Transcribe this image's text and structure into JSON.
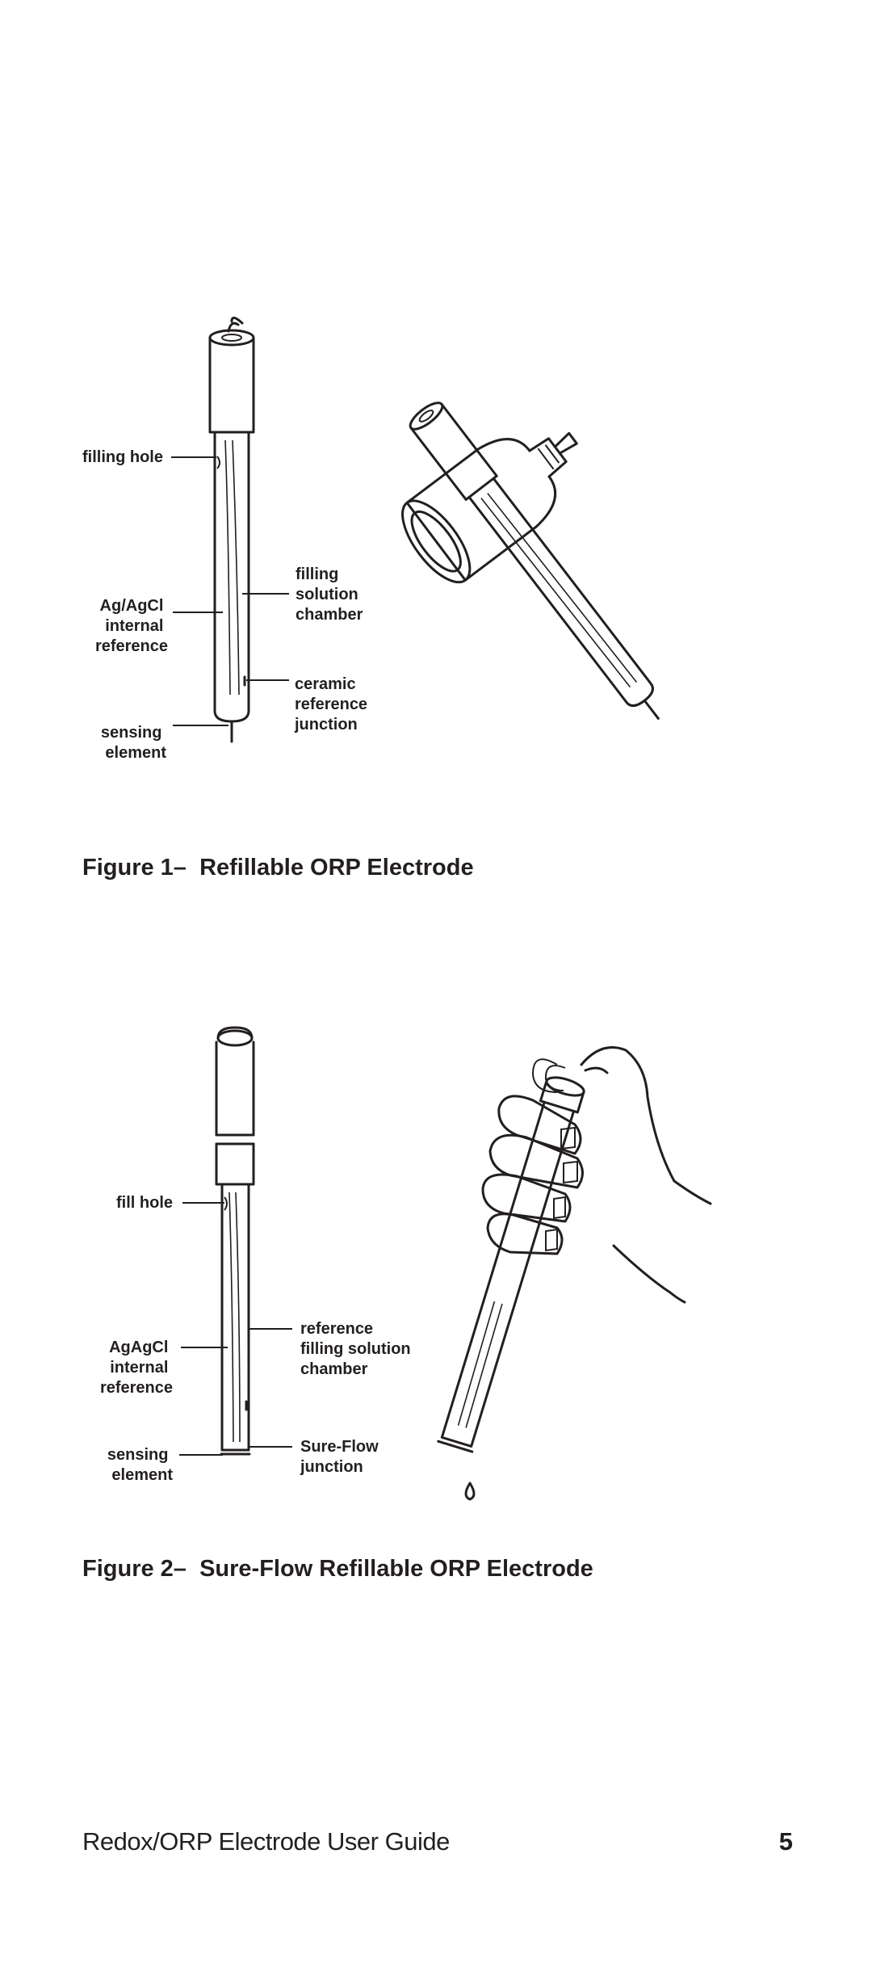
{
  "figure1": {
    "caption_number": "Figure 1–",
    "caption_title": "Refillable ORP Electrode",
    "labels": {
      "filling_hole": [
        "filling hole"
      ],
      "ag_agcl": [
        "Ag/AgCl",
        "internal",
        "reference"
      ],
      "sensing_element": [
        "sensing",
        "element"
      ],
      "filling_solution": [
        "filling",
        "solution",
        "chamber"
      ],
      "ceramic_junction": [
        "ceramic",
        "reference",
        "junction"
      ]
    }
  },
  "figure2": {
    "caption_number": "Figure 2–",
    "caption_title": "Sure-Flow Refillable ORP Electrode",
    "labels": {
      "fill_hole": [
        "fill hole"
      ],
      "agagcl": [
        "AgAgCl",
        "internal",
        "reference"
      ],
      "sensing_element": [
        "sensing",
        "element"
      ],
      "reference_chamber": [
        "reference",
        "filling solution",
        "chamber"
      ],
      "sureflow_junction": [
        "Sure-Flow",
        "junction"
      ]
    }
  },
  "footer": {
    "title": "Redox/ORP Electrode User Guide",
    "page_number": "5"
  }
}
